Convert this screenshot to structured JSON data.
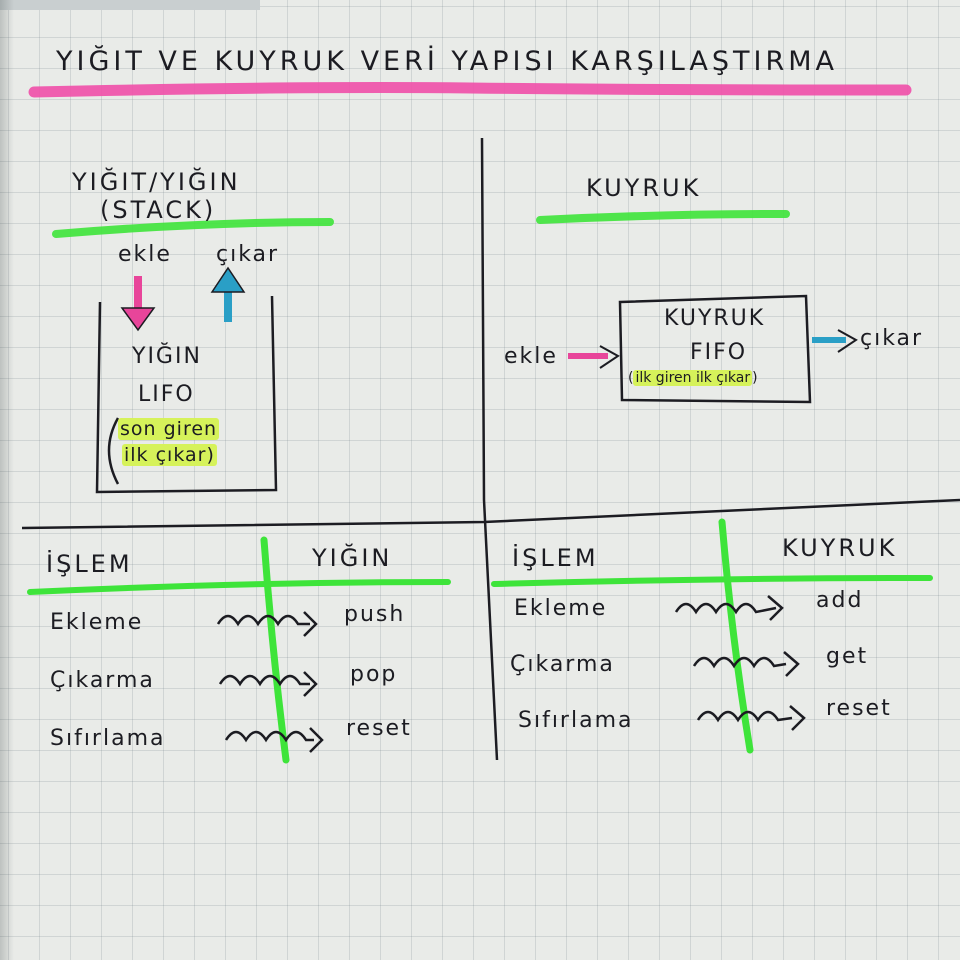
{
  "title": "YIĞIT VE KUYRUK VERİ YAPISI KARŞILAŞTIRMA",
  "colors": {
    "highlight_pink": "#f04fa8",
    "highlight_green": "#3ee43a",
    "highlight_yellow": "#d6f25a",
    "arrow_pink": "#e8459a",
    "arrow_blue": "#2a9fc6",
    "ink": "#1c1c22"
  },
  "stack": {
    "heading_line1": "YIĞIT/YIĞIN",
    "heading_line2": "(STACK)",
    "push_label": "ekle",
    "pop_label": "çıkar",
    "box_line1": "YIĞIN",
    "box_line2": "LIFO",
    "box_note_line1": "son giren",
    "box_note_line2": "ilk çıkar)"
  },
  "queue": {
    "heading": "KUYRUK",
    "in_label": "ekle",
    "out_label": "çıkar",
    "box_line1": "KUYRUK",
    "box_line2": "FIFO",
    "box_note": "ilk giren ilk çıkar"
  },
  "stack_table": {
    "header_op": "İŞLEM",
    "header_name": "YIĞIN",
    "rows": [
      {
        "op": "Ekleme",
        "method": "push"
      },
      {
        "op": "Çıkarma",
        "method": "pop"
      },
      {
        "op": "Sıfırlama",
        "method": "reset"
      }
    ]
  },
  "queue_table": {
    "header_op": "İŞLEM",
    "header_name": "KUYRUK",
    "rows": [
      {
        "op": "Ekleme",
        "method": "add"
      },
      {
        "op": "Çıkarma",
        "method": "get"
      },
      {
        "op": "Sıfırlama",
        "method": "reset"
      }
    ]
  }
}
